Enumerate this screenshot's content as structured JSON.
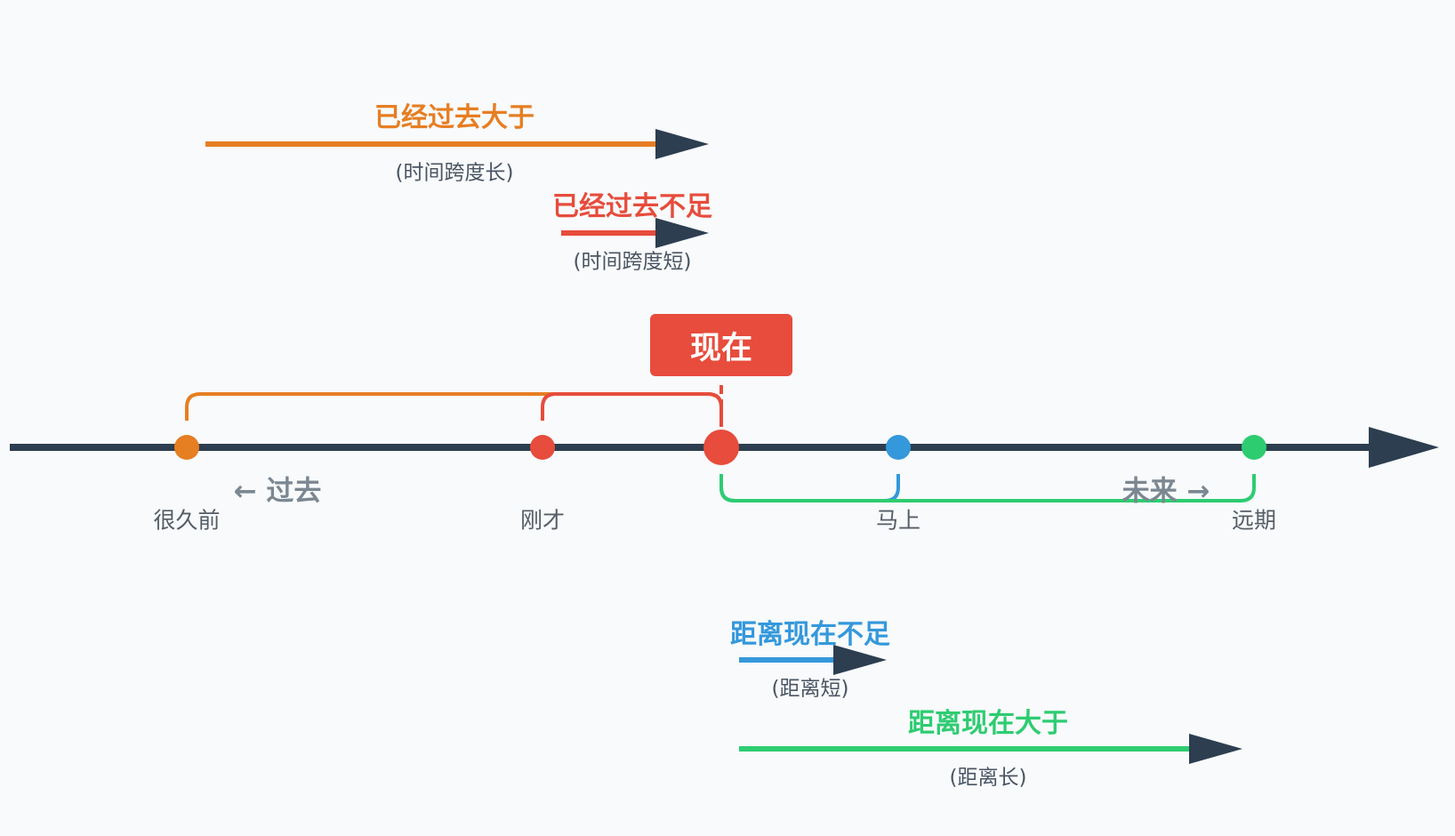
{
  "colors": {
    "axis": "#2c3e50",
    "orange": "#e67e22",
    "red": "#e74c3c",
    "blue": "#3498db",
    "green": "#2ecc71",
    "muted": "#7b8791",
    "background": "#f8fafc"
  },
  "now": {
    "label": "现在"
  },
  "timeline": {
    "points": [
      {
        "label": "很久前",
        "color": "orange"
      },
      {
        "label": "刚才",
        "color": "red"
      },
      {
        "label": "现在",
        "color": "red"
      },
      {
        "label": "马上",
        "color": "blue"
      },
      {
        "label": "远期",
        "color": "green"
      }
    ],
    "past_label": "← 过去",
    "future_label": "未来 →"
  },
  "spans": {
    "long_past": {
      "title": "已经过去大于",
      "subtitle": "(时间跨度长)",
      "color": "orange"
    },
    "short_past": {
      "title": "已经过去不足",
      "subtitle": "(时间跨度短)",
      "color": "red"
    },
    "short_future": {
      "title": "距离现在不足",
      "subtitle": "(距离短)",
      "color": "blue"
    },
    "long_future": {
      "title": "距离现在大于",
      "subtitle": "(距离长)",
      "color": "green"
    }
  }
}
